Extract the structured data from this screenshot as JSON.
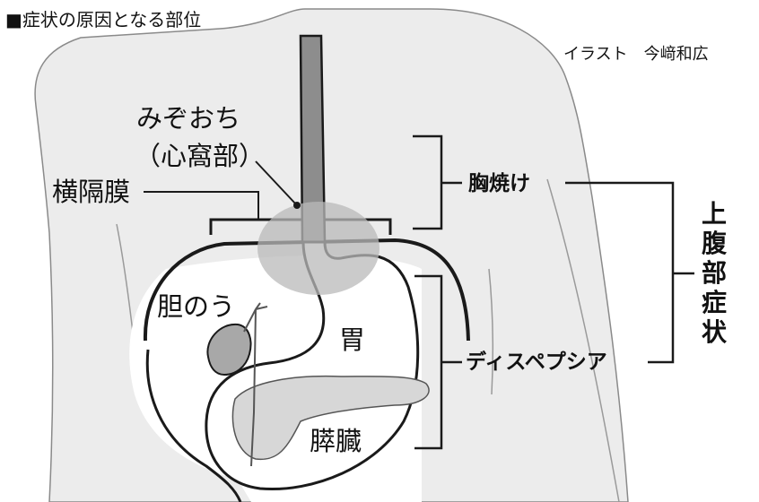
{
  "title": "■症状の原因となる部位",
  "credit": "イラスト　今﨑和広",
  "labels": {
    "mizoochi": "みぞおち",
    "shinka": "（心窩部）",
    "oukakumaku": "横隔膜",
    "tannou": "胆のう",
    "i": "胃",
    "suizou": "膵臓",
    "munayake": "胸焼け",
    "dyspepsia": "ディスペプシア",
    "upper_abdominal": [
      "上",
      "腹",
      "部",
      "症",
      "状"
    ]
  },
  "colors": {
    "background": "#ffffff",
    "body_fill": "#ececec",
    "outline": "#1a1a1a",
    "highlight": "#b9b9b9",
    "gallbladder": "#a8a8a8",
    "pancreas": "#d7d7d7"
  }
}
